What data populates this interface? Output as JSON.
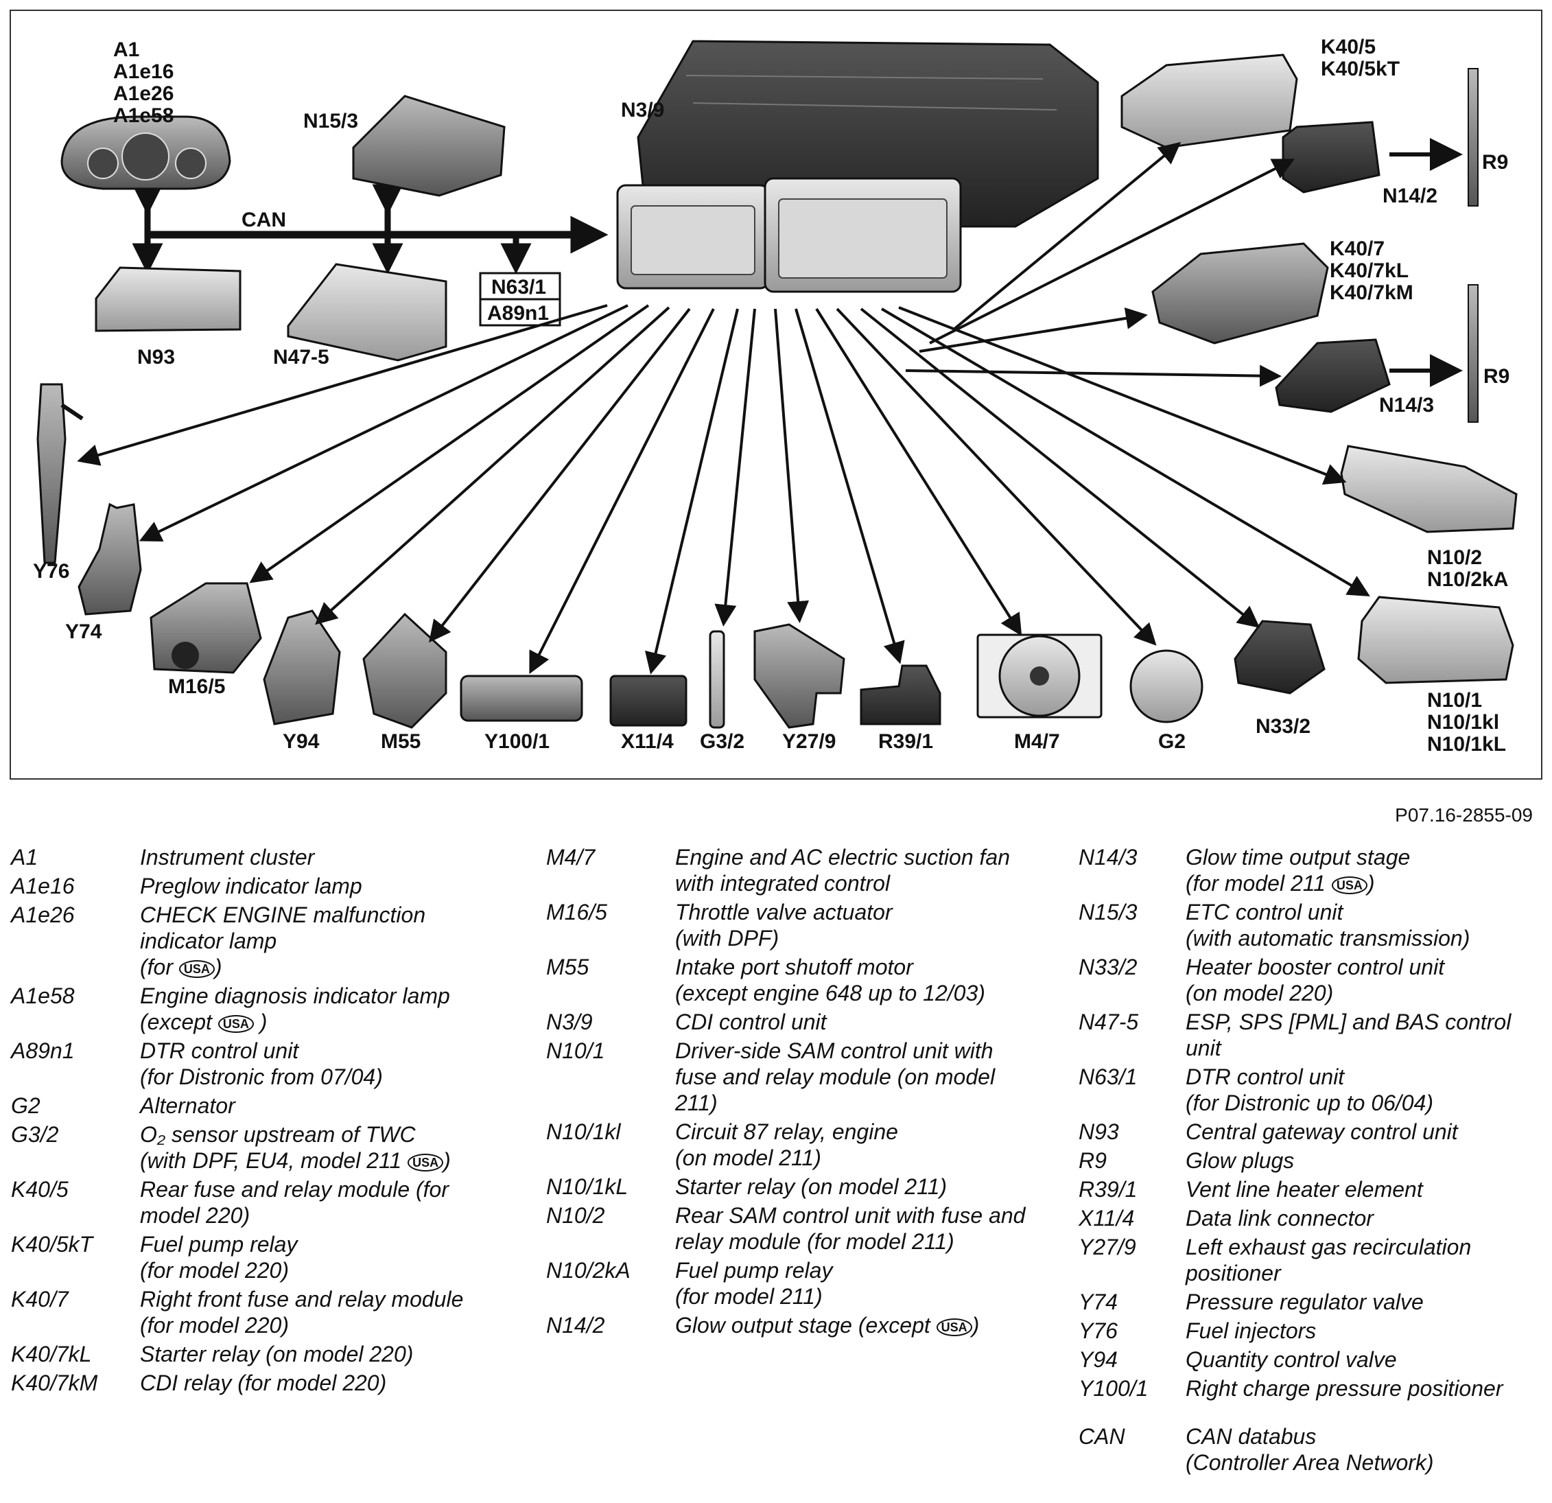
{
  "diagram": {
    "center_label": "N3/9",
    "can_label": "CAN",
    "labels": {
      "a1_group": [
        "A1",
        "A1e16",
        "A1e26",
        "A1e58"
      ],
      "n15_3": "N15/3",
      "n93": "N93",
      "n47_5": "N47-5",
      "n63_1": "N63/1",
      "a89n1": "A89n1",
      "k40_5_group": [
        "K40/5",
        "K40/5kT"
      ],
      "r9_top": "R9",
      "n14_2": "N14/2",
      "k40_7_group": [
        "K40/7",
        "K40/7kL",
        "K40/7kM"
      ],
      "r9_mid": "R9",
      "n14_3": "N14/3",
      "n10_2_group": [
        "N10/2",
        "N10/2kA"
      ],
      "n10_1_group": [
        "N10/1",
        "N10/1kl",
        "N10/1kL"
      ],
      "y76": "Y76",
      "y74": "Y74",
      "m16_5": "M16/5",
      "y94": "Y94",
      "m55": "M55",
      "y100_1": "Y100/1",
      "x11_4": "X11/4",
      "g3_2": "G3/2",
      "y27_9": "Y27/9",
      "r39_1": "R39/1",
      "m4_7": "M4/7",
      "g2": "G2",
      "n33_2": "N33/2"
    }
  },
  "reference": "P07.16-2855-09",
  "usa_badge": "USA",
  "legend": {
    "col1": [
      {
        "code": "A1",
        "desc": "Instrument cluster"
      },
      {
        "code": "A1e16",
        "desc": "Preglow indicator lamp"
      },
      {
        "code": "A1e26",
        "desc": "CHECK ENGINE malfunction indicator lamp",
        "desc2": "(for ",
        "usa": true,
        "desc3": ")"
      },
      {
        "code": "A1e58",
        "desc": "Engine diagnosis indicator lamp",
        "desc2": "(except ",
        "usa": true,
        "desc3": " )"
      },
      {
        "code": "A89n1",
        "desc": "DTR control unit",
        "desc2": "(for Distronic from 07/04)"
      },
      {
        "code": "G2",
        "desc": "Alternator"
      },
      {
        "code": "G3/2",
        "desc": "O₂ sensor upstream of TWC",
        "desc2": "(with DPF, EU4, model 211 ",
        "usa": true,
        "desc3": ")"
      },
      {
        "code": "K40/5",
        "desc": "Rear fuse and relay module (for model 220)"
      },
      {
        "code": "K40/5kT",
        "desc": "Fuel pump relay",
        "desc2": "(for model 220)"
      },
      {
        "code": "K40/7",
        "desc": "Right front fuse and relay module (for model 220)"
      },
      {
        "code": "K40/7kL",
        "desc": "Starter relay (on model 220)"
      },
      {
        "code": "K40/7kM",
        "desc": "CDI relay (for model 220)"
      }
    ],
    "col2": [
      {
        "code": "M4/7",
        "desc": "Engine and AC electric suction fan with integrated control"
      },
      {
        "code": "M16/5",
        "desc": "Throttle valve actuator",
        "desc2": "(with DPF)"
      },
      {
        "code": "M55",
        "desc": "Intake port shutoff motor",
        "desc2": "(except engine 648 up to 12/03)"
      },
      {
        "code": "N3/9",
        "desc": "CDI control unit"
      },
      {
        "code": "N10/1",
        "desc": "Driver-side SAM control unit with fuse and relay module (on model 211)"
      },
      {
        "code": "N10/1kl",
        "desc": "Circuit 87 relay, engine",
        "desc2": "(on model 211)"
      },
      {
        "code": "N10/1kL",
        "desc": "Starter relay (on model 211)"
      },
      {
        "code": "N10/2",
        "desc": "Rear SAM control unit with fuse and relay module (for model 211)"
      },
      {
        "code": "N10/2kA",
        "desc": "Fuel pump relay",
        "desc2": "(for model 211)"
      },
      {
        "code": "N14/2",
        "desc": "Glow output stage (except ",
        "usa_inline": true,
        "desc3": ")"
      }
    ],
    "col3": [
      {
        "code": "N14/3",
        "desc": "Glow time output stage",
        "desc2": "(for model 211 ",
        "usa": true,
        "desc3": ")"
      },
      {
        "code": "N15/3",
        "desc": "ETC control unit",
        "desc2": "(with automatic transmission)"
      },
      {
        "code": "N33/2",
        "desc": "Heater booster control unit",
        "desc2": "(on model 220)"
      },
      {
        "code": "N47-5",
        "desc": "ESP, SPS [PML] and BAS control unit"
      },
      {
        "code": "N63/1",
        "desc": "DTR control unit",
        "desc2": "(for Distronic up to 06/04)"
      },
      {
        "code": "N93",
        "desc": "Central gateway control unit"
      },
      {
        "code": "R9",
        "desc": "Glow plugs"
      },
      {
        "code": "R39/1",
        "desc": "Vent line heater element"
      },
      {
        "code": "X11/4",
        "desc": "Data link connector"
      },
      {
        "code": "Y27/9",
        "desc": "Left exhaust gas recirculation positioner"
      },
      {
        "code": "Y74",
        "desc": "Pressure regulator valve"
      },
      {
        "code": "Y76",
        "desc": "Fuel injectors"
      },
      {
        "code": "Y94",
        "desc": "Quantity control valve"
      },
      {
        "code": "Y100/1",
        "desc": "Right charge pressure positioner"
      }
    ],
    "can_entry": {
      "code": "CAN",
      "desc": "CAN databus",
      "desc2": "(Controller Area Network)"
    }
  }
}
